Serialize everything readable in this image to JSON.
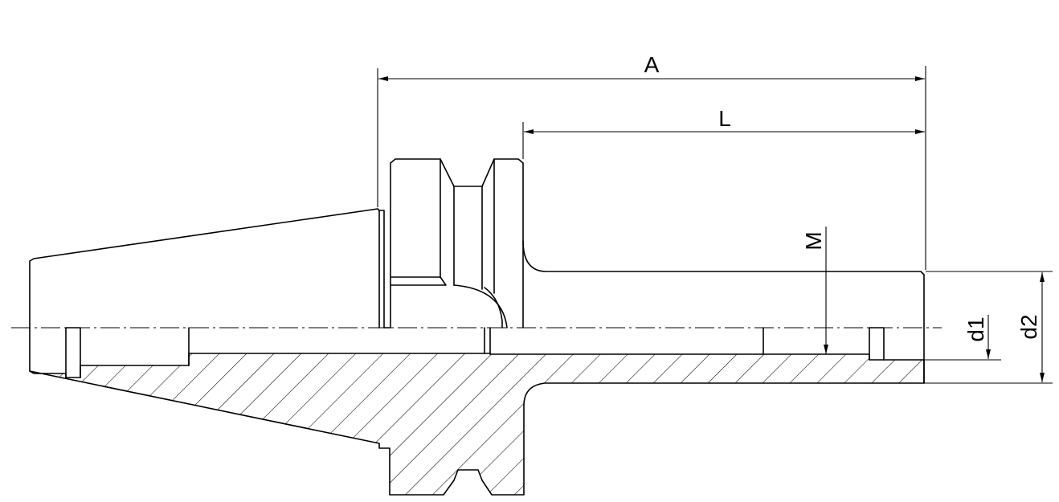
{
  "diagram": {
    "dimensions": {
      "A": "A",
      "L": "L",
      "M": "M",
      "d1": "d1",
      "d2": "d2"
    }
  }
}
